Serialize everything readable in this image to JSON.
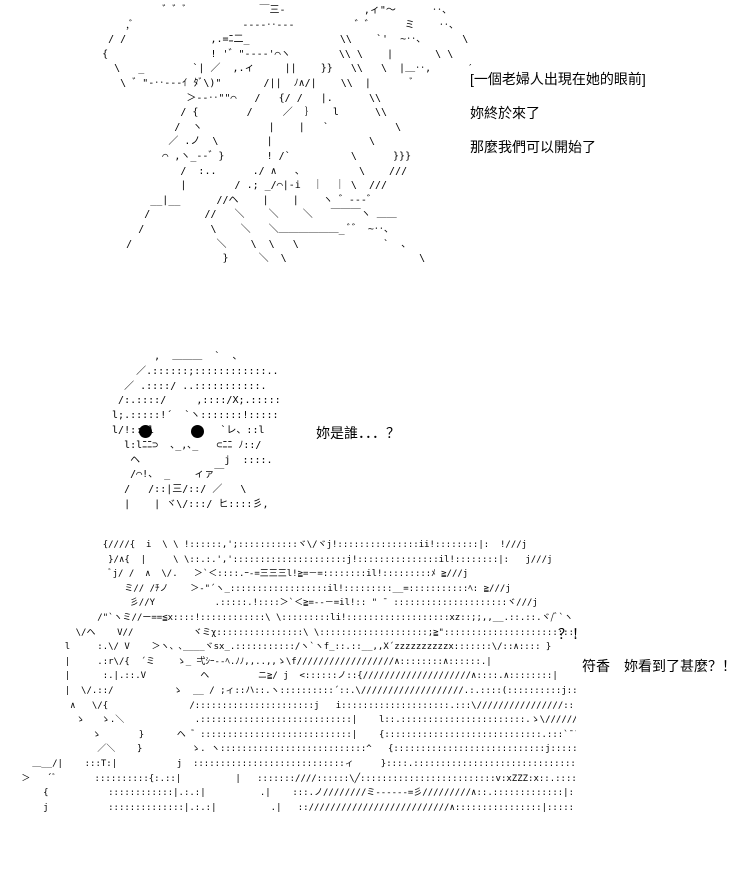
{
  "panels": {
    "top": {
      "narration": "[一個老婦人出現在她的眼前]",
      "dialogue": [
        "妳終於來了",
        "那麼我們可以開始了"
      ]
    },
    "middle": {
      "dialogue": "妳是誰．．．？"
    },
    "bottom": {
      "exclamation": "？！",
      "dialogue": "符香　妳看到了甚麼？！"
    }
  }
}
